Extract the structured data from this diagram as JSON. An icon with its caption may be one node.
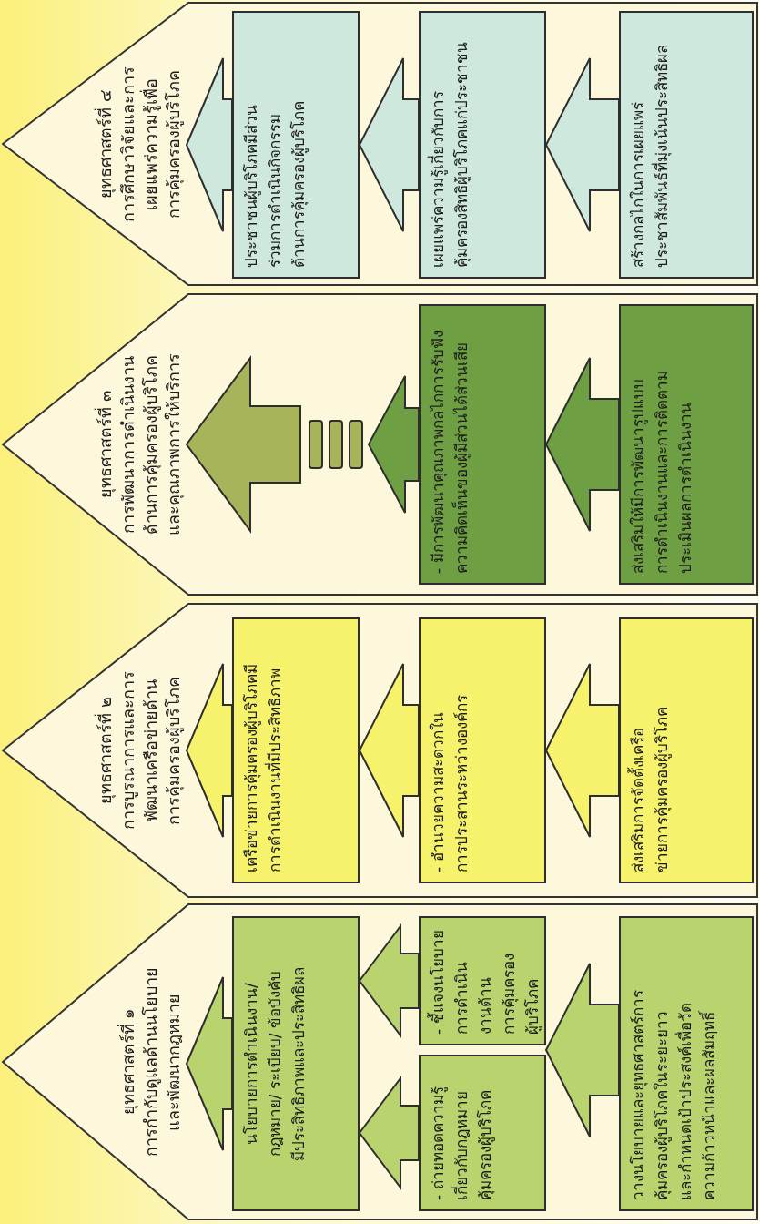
{
  "diagram": {
    "nodes": [
      {
        "text": [
          "ยุทธศาสตร์ที่ ๑",
          "การกำกับดูแลด้านนโยบายและพัฒนากฎหมาย"
        ]
      },
      {
        "text": [
          "นโยบายการดำเนินงาน/ กฎหมาย/ ระเบียบ/ ข้อบังคับมีประสิทธิภาพและประสิทธิผล"
        ]
      },
      {
        "text": [
          "- ถ่ายทอดความรู้เกี่ยวกับกฎหมายคุ้มครองผู้บริโภค"
        ]
      },
      {
        "text": [
          "- ชี้แจงนโยบายการดำเนินงานด้านการคุ้มครองผู้บริโภค"
        ]
      },
      {
        "text": [
          "วางนโยบายและยุทธศาสตร์การคุ้มครองผู้บริโภคในระยะยาวและกำหนดเป้าประสงค์เพื่อวัดความก้าวหน้าและผลสัมฤทธิ์"
        ]
      },
      {
        "text": [
          "ยุทธศาสตร์ที่ ๒",
          "การบูรณาการและการพัฒนาเครือข่ายด้านการคุ้มครองผู้บริโภค"
        ]
      },
      {
        "text": [
          "เครือข่ายการคุ้มครองผู้บริโภคมีการดำเนินงานที่มีประสิทธิภาพ"
        ]
      },
      {
        "text": [
          "- อำนวยความสะดวกในการประสานระหว่างองค์กร"
        ]
      },
      {
        "text": [
          "ส่งเสริมการจัดตั้งเครือข่ายการคุ้มครองผู้บริโภค"
        ]
      },
      {
        "text": [
          "ยุทธศาสตร์ที่ ๓",
          "การพัฒนาการดำเนินงานด้านการคุ้มครองผู้บริโภคและคุณภาพการให้บริการ"
        ]
      },
      {
        "text": [
          "- มีการพัฒนาคุณภาพกลไกการรับฟังความคิดเห็นของผู้มีส่วนได้ส่วนเสีย"
        ]
      },
      {
        "text": [
          "ส่งเสริมให้มีการพัฒนารูปแบบการดำเนินงานและการติดตามประเมินผลการดำเนินงาน"
        ]
      },
      {
        "text": [
          "ยุทธศาสตร์ที่ ๔",
          "การศึกษาวิจัยและการเผยแพร่ความรู้เพื่อการคุ้มครองผู้บริโภค"
        ]
      },
      {
        "text": [
          "ประชาชนผู้บริโภคมีส่วนร่วมการดำเนินกิจกรรมด้านการคุ้มครองผู้บริโภค"
        ]
      },
      {
        "text": [
          "เผยแพร่ความรู้เกี่ยวกับการคุ้มครองสิทธิผู้บริโภคแก่ประชาชน"
        ]
      },
      {
        "text": [
          "สร้างกลไกในการเผยแพร่ประชาสัมพันธ์ที่มุ่งเน้นประสิทธิผล"
        ]
      }
    ],
    "edges": [
      {
        "from": 1,
        "to": 0,
        "arrow": "to"
      },
      {
        "from": 2,
        "to": 1,
        "arrow": "to"
      },
      {
        "from": 3,
        "to": 1,
        "arrow": "to"
      },
      {
        "from": 4,
        "to": 2,
        "arrow": "to"
      },
      {
        "from": 4,
        "to": 3,
        "arrow": "to"
      },
      {
        "from": 6,
        "to": 5,
        "arrow": "to"
      },
      {
        "from": 7,
        "to": 6,
        "arrow": "to"
      },
      {
        "from": 8,
        "to": 7,
        "arrow": "to"
      },
      {
        "from": 10,
        "to": 9,
        "arrow": "to"
      },
      {
        "from": 11,
        "to": 10,
        "arrow": "to"
      },
      {
        "from": 13,
        "to": 12,
        "arrow": "to"
      },
      {
        "from": 14,
        "to": 13,
        "arrow": "to"
      },
      {
        "from": 15,
        "to": 14,
        "arrow": "to"
      }
    ]
  }
}
